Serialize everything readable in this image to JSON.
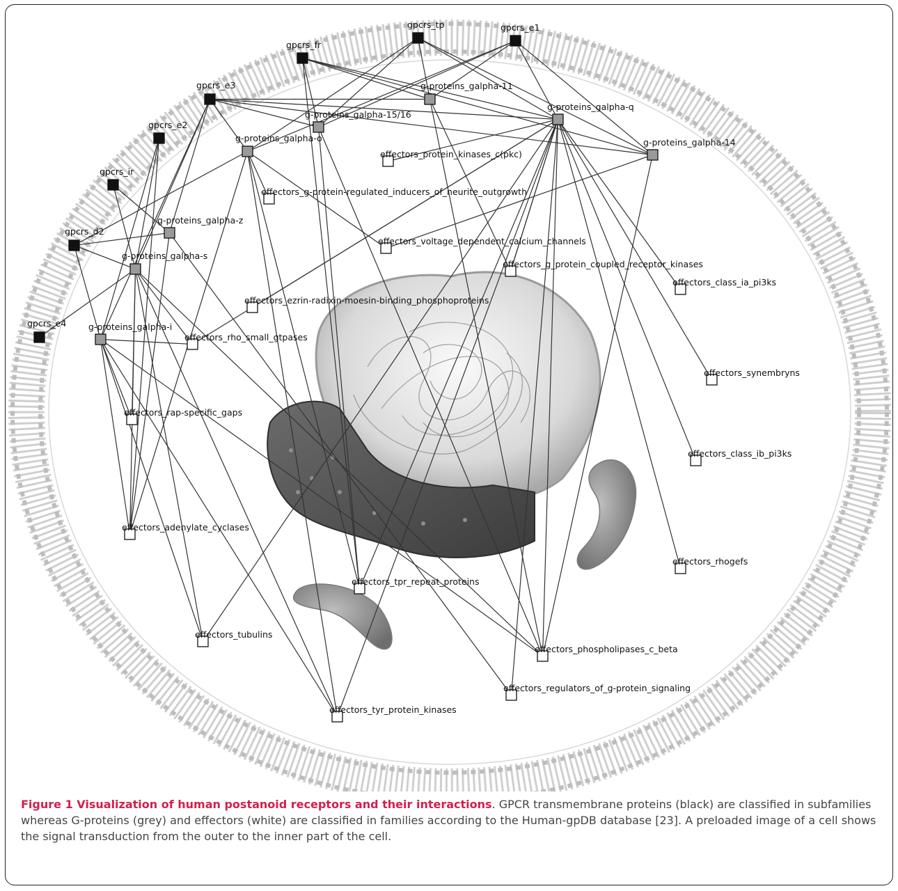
{
  "nodes": [
    {
      "id": "gpcrs_tp",
      "label": "gpcrs_tp",
      "type": "gpcr"
    },
    {
      "id": "gpcrs_e1",
      "label": "gpcrs_e1",
      "type": "gpcr"
    },
    {
      "id": "gpcrs_fr",
      "label": "gpcrs_fr",
      "type": "gpcr"
    },
    {
      "id": "gpcrs_e3",
      "label": "gpcrs_e3",
      "type": "gpcr"
    },
    {
      "id": "gpcrs_e2",
      "label": "gpcrs_e2",
      "type": "gpcr"
    },
    {
      "id": "gpcrs_ir",
      "label": "gpcrs_ir",
      "type": "gpcr"
    },
    {
      "id": "gpcrs_d2",
      "label": "gpcrs_d2",
      "type": "gpcr"
    },
    {
      "id": "gpcrs_e4",
      "label": "gpcrs_e4",
      "type": "gpcr"
    },
    {
      "id": "galpha11",
      "label": "g-proteins_galpha-11",
      "type": "gprotein"
    },
    {
      "id": "galpha15",
      "label": "g-proteins_galpha-15/16",
      "type": "gprotein"
    },
    {
      "id": "galphaq",
      "label": "g-proteins_galpha-q",
      "type": "gprotein"
    },
    {
      "id": "galphao",
      "label": "g-proteins_galpha-o",
      "type": "gprotein"
    },
    {
      "id": "galpha14",
      "label": "g-proteins_galpha-14",
      "type": "gprotein"
    },
    {
      "id": "galphaz",
      "label": "g-proteins_galpha-z",
      "type": "gprotein"
    },
    {
      "id": "galphas",
      "label": "g-proteins_galpha-s",
      "type": "gprotein"
    },
    {
      "id": "galphai",
      "label": "g-proteins_galpha-i",
      "type": "gprotein"
    },
    {
      "id": "pkc",
      "label": "effectors_protein_kinases_c(pkc)",
      "type": "effector"
    },
    {
      "id": "neurite",
      "label": "effectors_g-protein-regulated_inducers_of_neurite_outgrowth",
      "type": "effector"
    },
    {
      "id": "calcium",
      "label": "effectors_voltage_dependent_calcium_channels",
      "type": "effector"
    },
    {
      "id": "gpcrk",
      "label": "effectors_g_protein_coupled_receptor_kinases",
      "type": "effector"
    },
    {
      "id": "classia",
      "label": "effectors_class_ia_pi3ks",
      "type": "effector"
    },
    {
      "id": "ezrin",
      "label": "effectors_ezrin-radixin-moesin-binding_phosphoproteins",
      "type": "effector"
    },
    {
      "id": "rho",
      "label": "effectors_rho_small_gtpases",
      "type": "effector"
    },
    {
      "id": "synembryns",
      "label": "effectors_synembryns",
      "type": "effector"
    },
    {
      "id": "rapgaps",
      "label": "effectors_rap-specific_gaps",
      "type": "effector"
    },
    {
      "id": "classib",
      "label": "effectors_class_ib_pi3ks",
      "type": "effector"
    },
    {
      "id": "adenylate",
      "label": "effectors_adenylate_cyclases",
      "type": "effector"
    },
    {
      "id": "rhogefs",
      "label": "effectors_rhogefs",
      "type": "effector"
    },
    {
      "id": "tpr",
      "label": "effectors_tpr_repeat_proteins",
      "type": "effector"
    },
    {
      "id": "tubulins",
      "label": "effectors_tubulins",
      "type": "effector"
    },
    {
      "id": "plcbeta",
      "label": "effectors_phospholipases_c_beta",
      "type": "effector"
    },
    {
      "id": "rgs",
      "label": "effectors_regulators_of_g-protein_signaling",
      "type": "effector"
    },
    {
      "id": "tyr",
      "label": "effectors_tyr_protein_kinases",
      "type": "effector"
    }
  ],
  "edges": [
    [
      "gpcrs_tp",
      "galpha11"
    ],
    [
      "gpcrs_tp",
      "galphaq"
    ],
    [
      "gpcrs_tp",
      "galpha15"
    ],
    [
      "gpcrs_tp",
      "galphao"
    ],
    [
      "gpcrs_tp",
      "galpha14"
    ],
    [
      "gpcrs_e1",
      "galpha11"
    ],
    [
      "gpcrs_e1",
      "galphaq"
    ],
    [
      "gpcrs_e1",
      "galpha15"
    ],
    [
      "gpcrs_e1",
      "galpha14"
    ],
    [
      "gpcrs_e1",
      "galphao"
    ],
    [
      "gpcrs_fr",
      "galphaq"
    ],
    [
      "gpcrs_fr",
      "galpha11"
    ],
    [
      "gpcrs_fr",
      "galpha15"
    ],
    [
      "gpcrs_fr",
      "galpha14"
    ],
    [
      "gpcrs_fr",
      "tpr"
    ],
    [
      "gpcrs_e3",
      "galpha11"
    ],
    [
      "gpcrs_e3",
      "galphaq"
    ],
    [
      "gpcrs_e3",
      "galpha15"
    ],
    [
      "gpcrs_e3",
      "galpha14"
    ],
    [
      "gpcrs_e3",
      "galphao"
    ],
    [
      "gpcrs_e3",
      "galphaz"
    ],
    [
      "gpcrs_e3",
      "galphas"
    ],
    [
      "gpcrs_e3",
      "galphai"
    ],
    [
      "gpcrs_e2",
      "galphas"
    ],
    [
      "gpcrs_e2",
      "galphai"
    ],
    [
      "gpcrs_e2",
      "adenylate"
    ],
    [
      "gpcrs_ir",
      "galphas"
    ],
    [
      "gpcrs_ir",
      "galphaz"
    ],
    [
      "gpcrs_d2",
      "galphai"
    ],
    [
      "gpcrs_d2",
      "galphao"
    ],
    [
      "gpcrs_d2",
      "galphaz"
    ],
    [
      "gpcrs_d2",
      "galphas"
    ],
    [
      "gpcrs_e4",
      "galphas"
    ],
    [
      "galphao",
      "neurite"
    ],
    [
      "galphao",
      "calcium"
    ],
    [
      "galphao",
      "tyr"
    ],
    [
      "galphao",
      "adenylate"
    ],
    [
      "galphao",
      "tpr"
    ],
    [
      "galpha11",
      "plcbeta"
    ],
    [
      "galpha11",
      "gpcrk"
    ],
    [
      "galpha15",
      "plcbeta"
    ],
    [
      "galpha15",
      "tpr"
    ],
    [
      "galphaq",
      "pkc"
    ],
    [
      "galphaq",
      "plcbeta"
    ],
    [
      "galphaq",
      "gpcrk"
    ],
    [
      "galphaq",
      "classia"
    ],
    [
      "galphaq",
      "synembryns"
    ],
    [
      "galphaq",
      "classib"
    ],
    [
      "galphaq",
      "rhogefs"
    ],
    [
      "galphaq",
      "rgs"
    ],
    [
      "galphaq",
      "tyr"
    ],
    [
      "galphaq",
      "tpr"
    ],
    [
      "galphaq",
      "ezrin"
    ],
    [
      "galphaq",
      "tubulins"
    ],
    [
      "galphaq",
      "rho"
    ],
    [
      "galphaq",
      "gpcrk"
    ],
    [
      "galpha14",
      "plcbeta"
    ],
    [
      "galpha14",
      "calcium"
    ],
    [
      "galphaz",
      "rgs"
    ],
    [
      "galphaz",
      "adenylate"
    ],
    [
      "galphas",
      "adenylate"
    ],
    [
      "galphas",
      "tubulins"
    ],
    [
      "galphas",
      "tyr"
    ],
    [
      "galphas",
      "rapgaps"
    ],
    [
      "galphas",
      "rho"
    ],
    [
      "galphas",
      "plcbeta"
    ],
    [
      "galphai",
      "adenylate"
    ],
    [
      "galphai",
      "rho"
    ],
    [
      "galphai",
      "rapgaps"
    ],
    [
      "galphai",
      "tubulins"
    ],
    [
      "galphai",
      "tyr"
    ],
    [
      "galphai",
      "plcbeta"
    ]
  ],
  "colors": {
    "gpcr": "#111111",
    "gprotein": "#9a9a9a",
    "effector": "#ffffff",
    "edge": "#333333",
    "caption_title": "#d21f4a"
  },
  "caption": {
    "title": "Figure 1 Visualization of human postanoid receptors and their interactions",
    "body": ". GPCR transmembrane proteins (black) are classified in subfamilies whereas G-proteins (grey) and effectors (white) are classified in families according to the Human-gpDB database [23]. A preloaded image of a cell shows the signal transduction from the outer to the inner part of the cell."
  }
}
